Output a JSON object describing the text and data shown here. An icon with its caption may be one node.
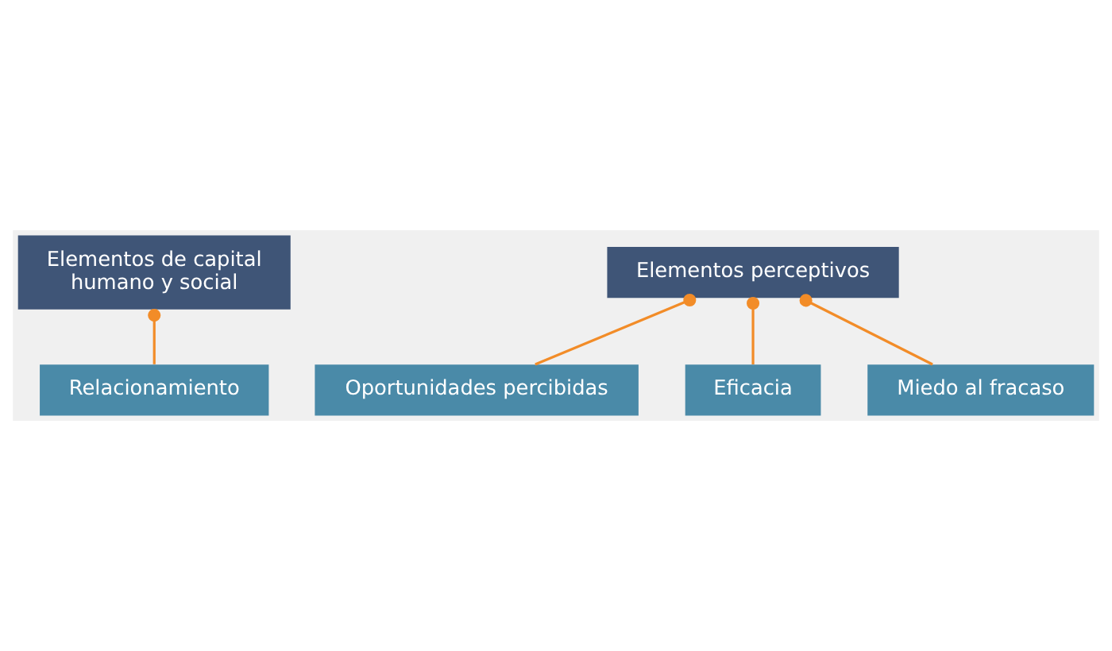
{
  "diagram": {
    "nodes": [
      {
        "text": [
          "Elementos de capital humano y social"
        ]
      },
      {
        "text": [
          "Relacionamiento"
        ]
      },
      {
        "text": [
          "Elementos perceptivos"
        ]
      },
      {
        "text": [
          "Oportunidades percibidas"
        ]
      },
      {
        "text": [
          "Eficacia"
        ]
      },
      {
        "text": [
          "Miedo al fracaso"
        ]
      }
    ],
    "edges": [
      {
        "from": 0,
        "to": 1,
        "arrow": "other"
      },
      {
        "from": 2,
        "to": 3,
        "arrow": "other"
      },
      {
        "from": 2,
        "to": 4,
        "arrow": "other"
      },
      {
        "from": 2,
        "to": 5,
        "arrow": "other"
      }
    ]
  }
}
